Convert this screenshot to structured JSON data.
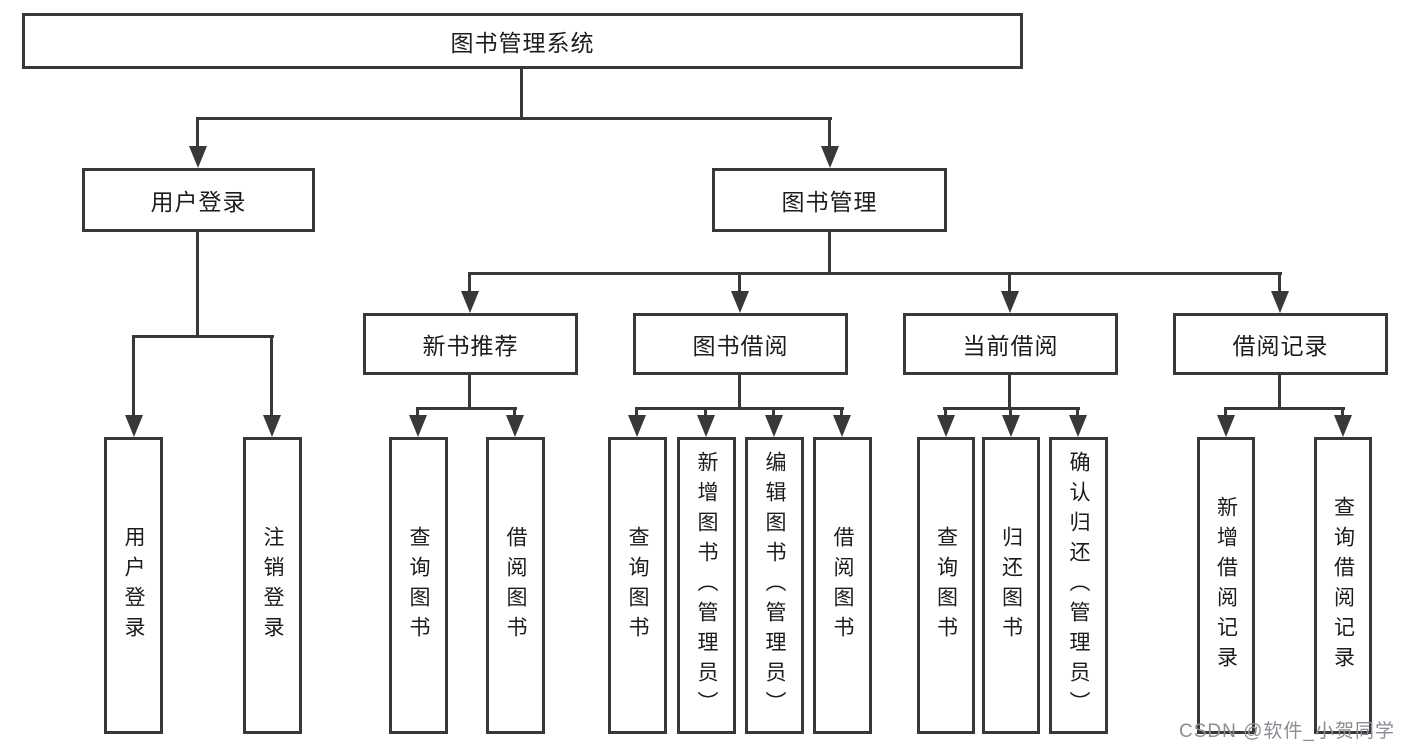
{
  "colors": {
    "line": "#383838",
    "text": "#1c1c1c",
    "watermark": "#8c8c94",
    "background": "#ffffff"
  },
  "diagram": {
    "root": {
      "label": "图书管理系统"
    },
    "branches": [
      {
        "label": "用户登录",
        "children": [
          {
            "label": "用户登录"
          },
          {
            "label": "注销登录"
          }
        ]
      },
      {
        "label": "图书管理",
        "children": [
          {
            "label": "新书推荐",
            "children": [
              {
                "label": "查询图书"
              },
              {
                "label": "借阅图书"
              }
            ]
          },
          {
            "label": "图书借阅",
            "children": [
              {
                "label": "查询图书"
              },
              {
                "label": "新增图书（管理员）"
              },
              {
                "label": "编辑图书（管理员）"
              },
              {
                "label": "借阅图书"
              }
            ]
          },
          {
            "label": "当前借阅",
            "children": [
              {
                "label": "查询图书"
              },
              {
                "label": "归还图书"
              },
              {
                "label": "确认归还（管理员）"
              }
            ]
          },
          {
            "label": "借阅记录",
            "children": [
              {
                "label": "新增借阅记录"
              },
              {
                "label": "查询借阅记录"
              }
            ]
          }
        ]
      }
    ]
  },
  "watermark": {
    "text": "CSDN @软件_小贺同学"
  }
}
